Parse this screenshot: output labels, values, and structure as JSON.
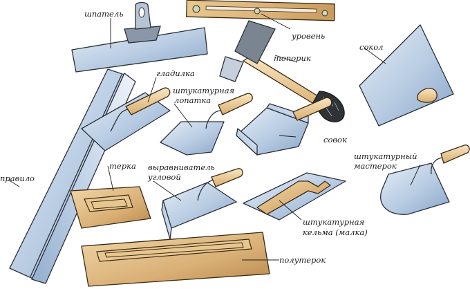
{
  "labels": {
    "shpatel": "шпатель",
    "uroven": "уровень",
    "toporik": "топорик",
    "sokol": "сокол",
    "gladilka": "гладилка",
    "lopatka_line1": "штукатурная",
    "lopatka_line2": "лопатка",
    "sovok": "совок",
    "master_line1": "штукатурный",
    "master_line2": "мастерок",
    "pravilo": "правило",
    "terka": "терка",
    "vyravn_line1": "выравниватель",
    "vyravn_line2": "угловой",
    "kelma_line1": "штукатурная",
    "kelma_line2": "кельма (малка)",
    "poluterok": "полутерок"
  },
  "colors": {
    "metal_light": "#dbe6f2",
    "metal_dark": "#8fa9c9",
    "wood_light": "#e8c891",
    "wood_dark": "#b98a4e",
    "handle": "#f0d6a6"
  }
}
